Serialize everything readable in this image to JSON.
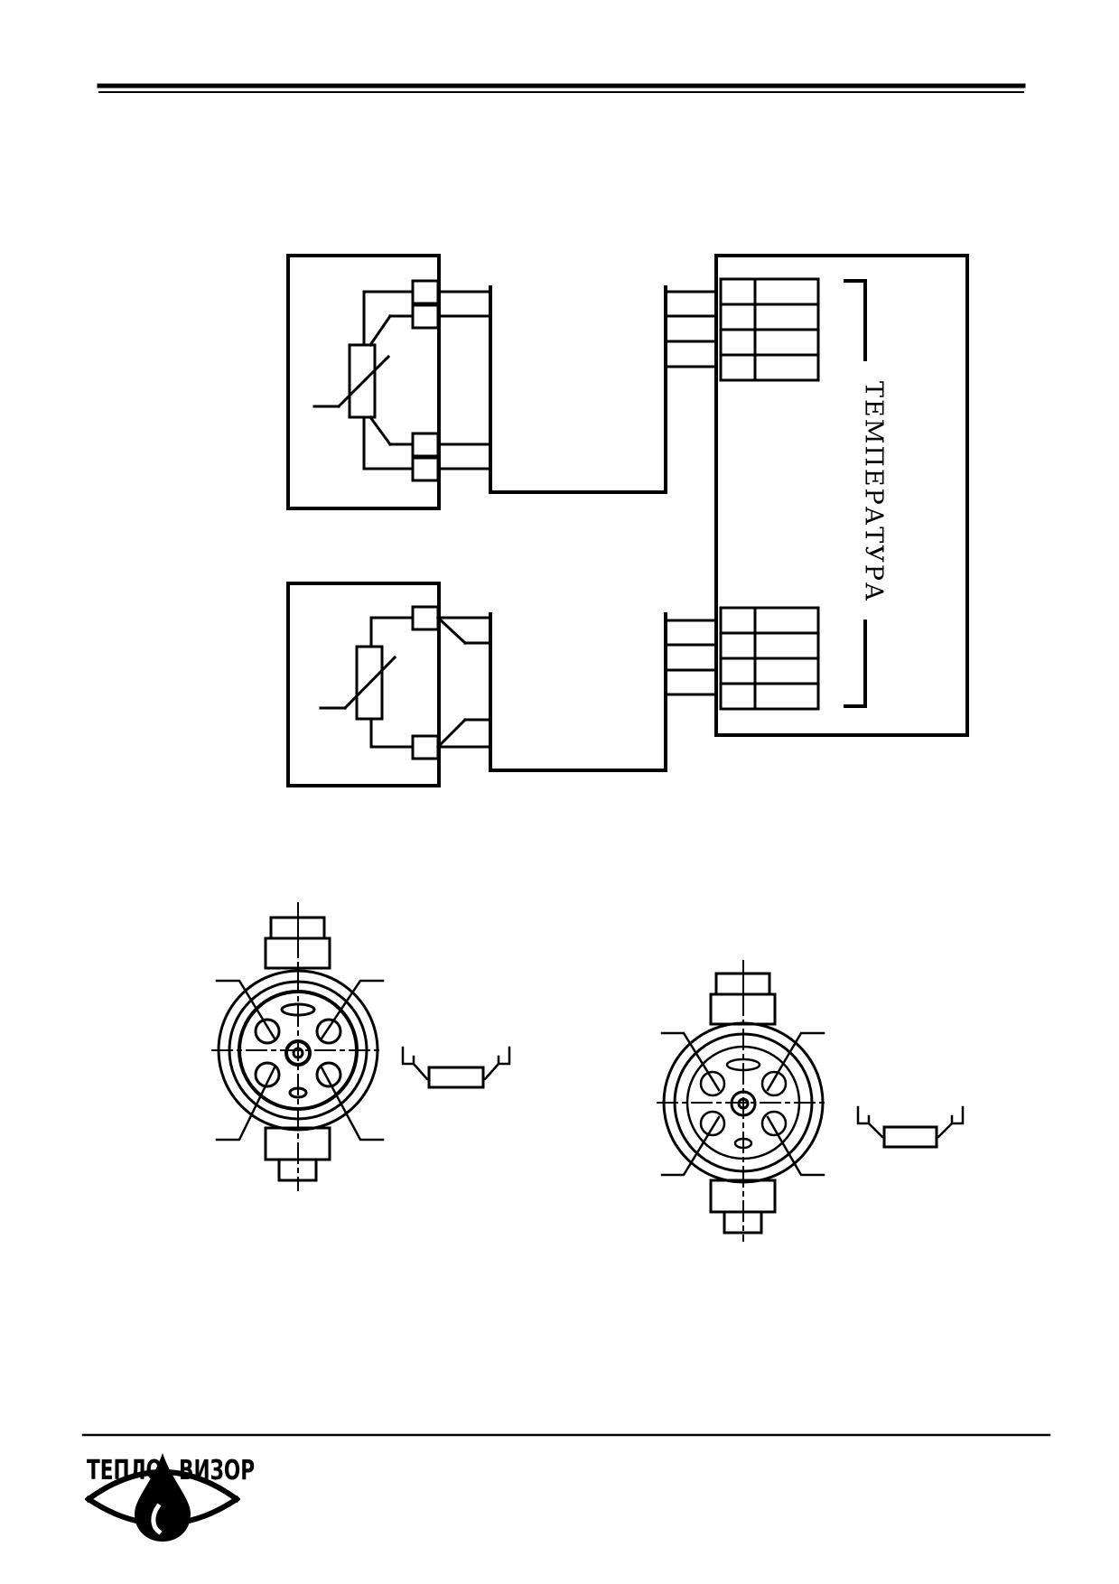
{
  "diagram": {
    "module_label": "ТЕМПЕРАТУРА"
  },
  "logo": {
    "word_left": "ТЕПЛО",
    "word_right": "ВИЗОР"
  }
}
